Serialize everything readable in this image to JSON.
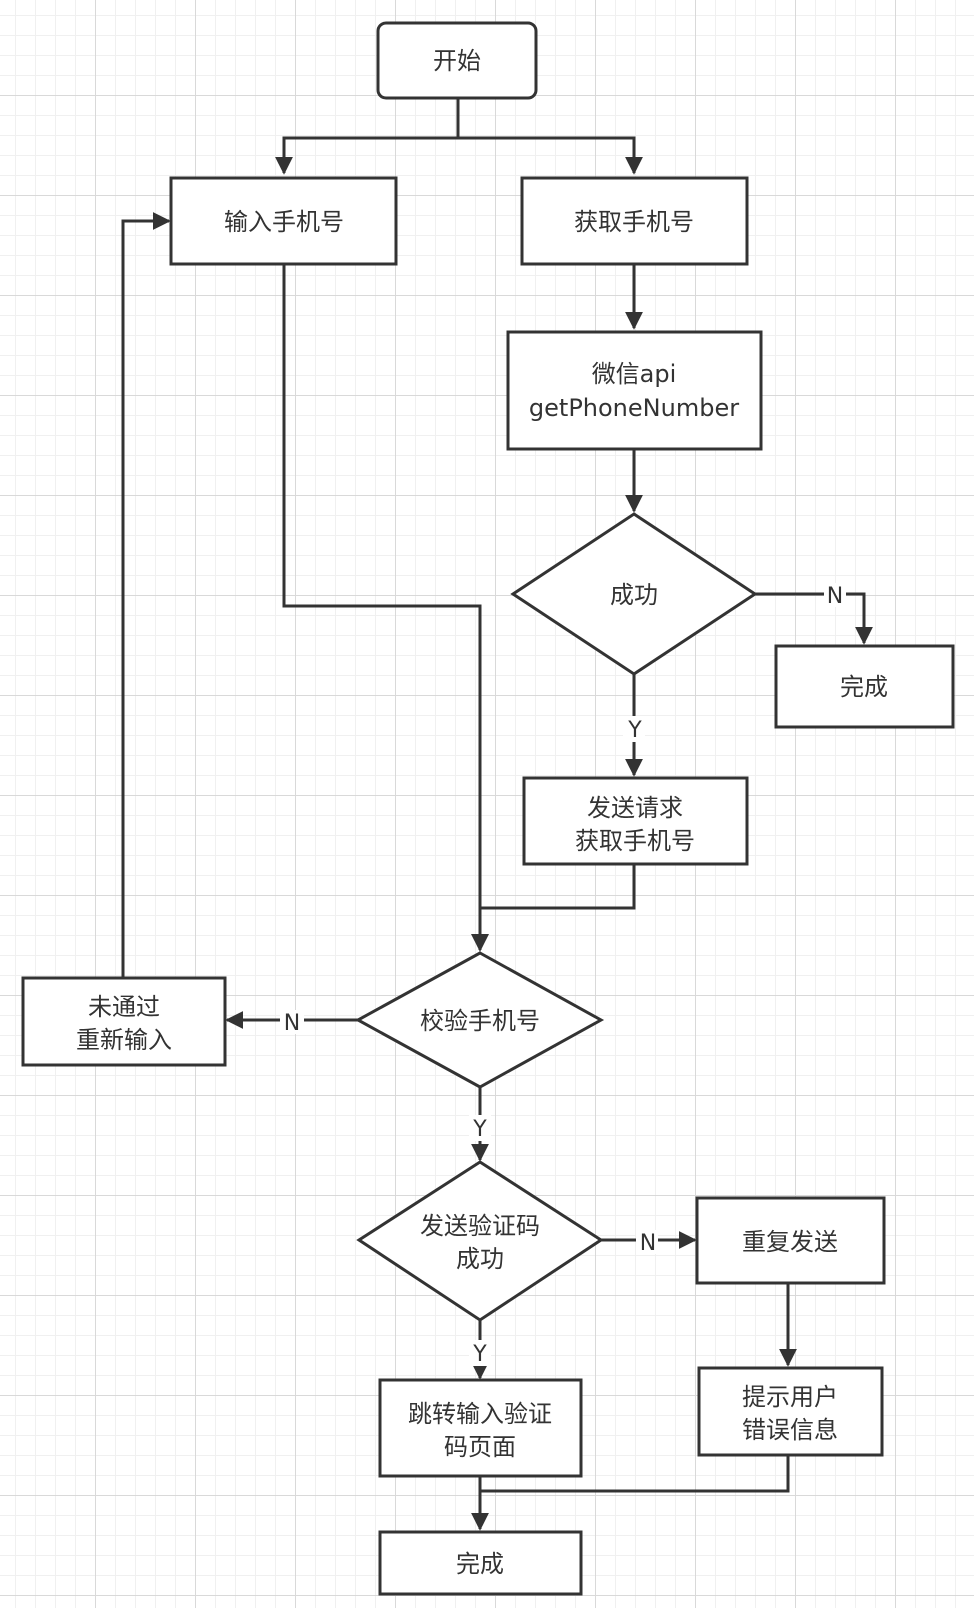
{
  "nodes": {
    "start": "开始",
    "input_phone": "输入手机号",
    "get_phone": "获取手机号",
    "wechat_api_l1": "微信api",
    "wechat_api_l2": "getPhoneNumber",
    "success": "成功",
    "done_right": "完成",
    "send_request_l1": "发送请求",
    "send_request_l2": "获取手机号",
    "verify_phone": "校验手机号",
    "failed_l1": "未通过",
    "failed_l2": "重新输入",
    "send_code_l1": "发送验证码",
    "send_code_l2": "成功",
    "resend": "重复发送",
    "prompt_error_l1": "提示用户",
    "prompt_error_l2": "错误信息",
    "goto_code_l1": "跳转输入验证",
    "goto_code_l2": "码页面",
    "done_bottom": "完成"
  },
  "edge_labels": {
    "success_no": "N",
    "success_yes": "Y",
    "verify_no": "N",
    "verify_yes": "Y",
    "send_code_no": "N",
    "send_code_yes": "Y"
  },
  "colors": {
    "stroke": "#333333",
    "text": "#333333",
    "fill": "#ffffff",
    "grid": "#d9d9d9"
  }
}
